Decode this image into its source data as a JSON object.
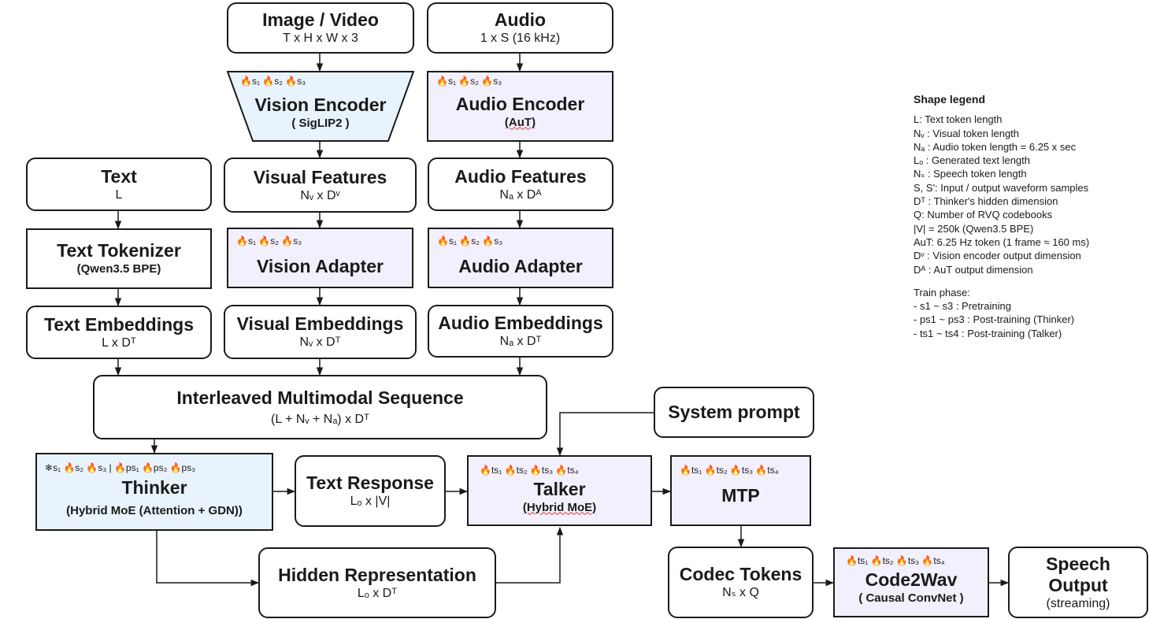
{
  "image_video": {
    "title": "Image / Video",
    "sub": "T x H x W x 3"
  },
  "audio": {
    "title": "Audio",
    "sub": "1 x S  (16 kHz)"
  },
  "vision_encoder": {
    "badges": "🔥s₁ 🔥s₂ 🔥s₃",
    "title": "Vision Encoder",
    "sub": "( SigLIP2 )"
  },
  "audio_encoder": {
    "badges": "🔥s₁ 🔥s₂ 🔥s₃",
    "title": "Audio Encoder",
    "sub": "(AuT)"
  },
  "text": {
    "title": "Text",
    "sub": "L"
  },
  "visual_features": {
    "title": "Visual Features",
    "sub": "Nᵥ x Dᵛ"
  },
  "audio_features": {
    "title": "Audio Features",
    "sub": "Nₐ x Dᴬ"
  },
  "text_tokenizer": {
    "title": "Text Tokenizer",
    "sub": "(Qwen3.5 BPE)"
  },
  "vision_adapter": {
    "badges": "🔥s₁ 🔥s₂ 🔥s₃",
    "title": "Vision Adapter"
  },
  "audio_adapter": {
    "badges": "🔥s₁ 🔥s₂ 🔥s₃",
    "title": "Audio Adapter"
  },
  "text_embeddings": {
    "title": "Text Embeddings",
    "sub": "L x Dᵀ"
  },
  "visual_embeddings": {
    "title": "Visual Embeddings",
    "sub": "Nᵥ x Dᵀ"
  },
  "audio_embeddings": {
    "title": "Audio Embeddings",
    "sub": "Nₐ x Dᵀ"
  },
  "sequence": {
    "title": "Interleaved Multimodal Sequence",
    "sub": "(L + Nᵥ + Nₐ) x Dᵀ"
  },
  "system_prompt": {
    "title": "System prompt"
  },
  "thinker": {
    "badges": "❄s₁ 🔥s₂ 🔥s₃ | 🔥ps₁ 🔥ps₂ 🔥ps₃",
    "title": "Thinker",
    "sub": "(Hybrid MoE (Attention + GDN))"
  },
  "text_response": {
    "title": "Text Response",
    "sub": "Lₒ x |V|"
  },
  "talker": {
    "badges": "🔥ts₁ 🔥ts₂ 🔥ts₃ 🔥ts₄",
    "title": "Talker",
    "sub": "(Hybrid MoE)"
  },
  "mtp": {
    "badges": "🔥ts₁ 🔥ts₂ 🔥ts₃ 🔥ts₄",
    "title": "MTP"
  },
  "hidden_representation": {
    "title": "Hidden Representation",
    "sub": "Lₒ x Dᵀ"
  },
  "codec_tokens": {
    "title": "Codec Tokens",
    "sub": "Nₛ x Q"
  },
  "code2wav": {
    "badges": "🔥ts₁ 🔥ts₂ 🔥ts₃ 🔥ts₄",
    "title": "Code2Wav",
    "sub": "( Causal ConvNet )"
  },
  "speech_output": {
    "title1": "Speech",
    "title2": "Output",
    "sub": "(streaming)"
  },
  "legend": {
    "title": "Shape legend",
    "items": [
      "L:  Text token length",
      "Nᵥ : Visual token length",
      "Nₐ : Audio token length = 6.25 x sec",
      "Lₒ : Generated text length",
      "Nₛ : Speech token length",
      "S, S': Input / output waveform samples",
      "Dᵀ : Thinker's hidden dimension",
      "Q: Number of RVQ codebooks",
      "|V| = 250k (Qwen3.5 BPE)",
      "AuT: 6.25 Hz token (1 frame ≈ 160 ms)",
      "Dᵛ : Vision encoder output dimension",
      "Dᴬ : AuT output dimension"
    ],
    "phase_title": "Train phase:",
    "phases": [
      "- s1 ~ s3 : Pretraining",
      "- ps1 ~ ps3 : Post-training (Thinker)",
      "- ts1 ~ ts4 : Post-training (Talker)"
    ]
  }
}
